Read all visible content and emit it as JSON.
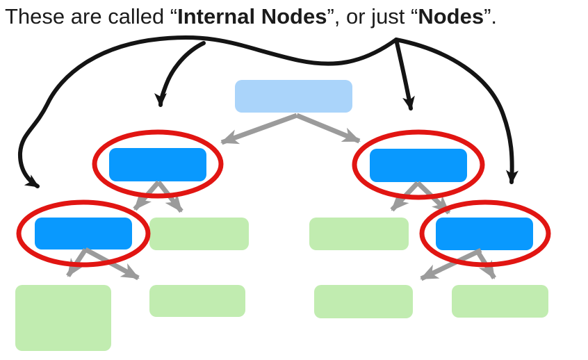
{
  "title": {
    "prefix": "These are called “",
    "bold1": "Internal Nodes",
    "middle": "”, or just “",
    "bold2": "Nodes",
    "suffix": "”."
  },
  "colors": {
    "root_node_fill": "#aad4fa",
    "internal_node_fill": "#0999fe",
    "leaf_node_fill": "#c1ecb0",
    "highlight_ellipse": "#e11512",
    "tree_connector": "#9b9b9b",
    "annotation_arrow": "#141414",
    "title_text": "#1b1b1b",
    "background": "#ffffff"
  },
  "diagram": {
    "type": "binary-tree",
    "root": {
      "kind": "root",
      "circled": false
    },
    "level2": [
      {
        "kind": "internal-node",
        "circled": true
      },
      {
        "kind": "internal-node",
        "circled": true
      }
    ],
    "level3": [
      {
        "kind": "internal-node",
        "circled": true
      },
      {
        "kind": "leaf",
        "circled": false
      },
      {
        "kind": "leaf",
        "circled": false
      },
      {
        "kind": "internal-node",
        "circled": true
      }
    ],
    "level4": [
      {
        "kind": "leaf",
        "circled": false
      },
      {
        "kind": "leaf",
        "circled": false
      },
      {
        "kind": "leaf",
        "circled": false
      },
      {
        "kind": "leaf",
        "circled": false
      }
    ],
    "annotation_arrow_count": 4,
    "highlighted_node_count": 4
  }
}
